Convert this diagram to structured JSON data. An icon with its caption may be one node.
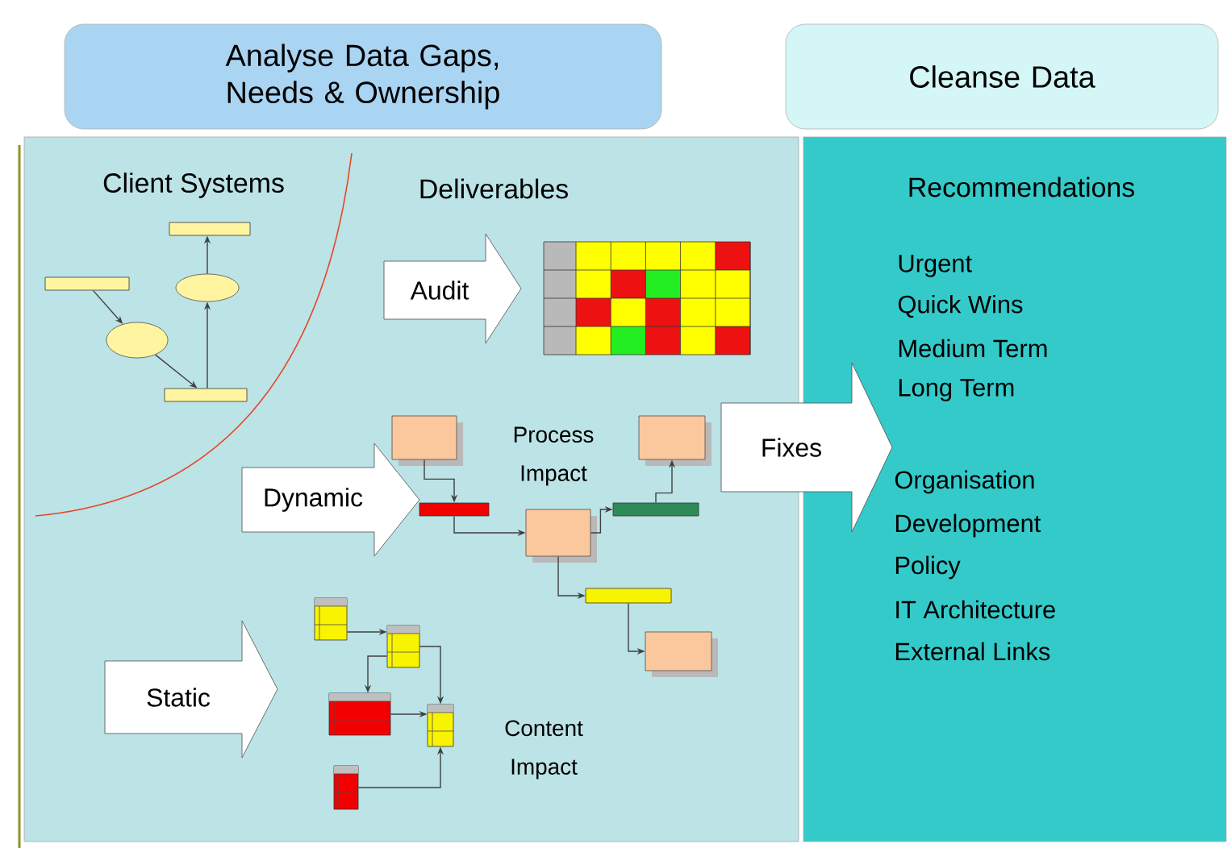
{
  "diagram": {
    "nodes": [
      {
        "text": [
          "Analyse Data Gaps, Needs & Ownership"
        ]
      },
      {
        "text": [
          "Cleanse Data"
        ]
      },
      {
        "text": [
          "Client Systems",
          "Deliverables"
        ]
      },
      {
        "text": [
          "Recommendations",
          "Urgent",
          "Quick Wins",
          "Medium Term",
          "Long Term",
          "Organisation",
          "Development",
          "Policy",
          "IT Architecture",
          "External Links"
        ]
      },
      {
        "text": [],
        "shape": "bar",
        "in": 2
      },
      {
        "text": [],
        "shape": "bar",
        "in": 2
      },
      {
        "text": [],
        "shape": "ellipse",
        "in": 2
      },
      {
        "text": [],
        "shape": "ellipse",
        "in": 2
      },
      {
        "text": [],
        "shape": "bar",
        "in": 2
      },
      {
        "text": [
          "Audit"
        ],
        "in": 2
      },
      {
        "text": [],
        "shape": "box",
        "in": 2
      },
      {
        "text": [],
        "shape": "bar",
        "in": 2
      },
      {
        "text": [],
        "shape": "box",
        "in": 2
      },
      {
        "text": [],
        "shape": "bar",
        "in": 2
      },
      {
        "text": [],
        "shape": "box",
        "in": 2
      },
      {
        "text": [],
        "shape": "bar",
        "in": 2
      },
      {
        "text": [],
        "shape": "box",
        "in": 2
      },
      {
        "text": [
          "Dynamic"
        ],
        "in": 2
      },
      {
        "text": [
          "Fixes"
        ]
      },
      {
        "text": [
          "Static"
        ],
        "in": 2
      },
      {
        "text": [],
        "shape": "table",
        "in": 2
      },
      {
        "text": [],
        "shape": "table",
        "in": 2
      },
      {
        "text": [],
        "shape": "table",
        "in": 2
      },
      {
        "text": [],
        "shape": "table",
        "in": 2
      },
      {
        "text": [],
        "shape": "table",
        "in": 2
      }
    ],
    "edges": [
      {
        "from": 4,
        "to": 6,
        "arrow": "to"
      },
      {
        "from": 6,
        "to": 8,
        "arrow": "to"
      },
      {
        "from": 8,
        "to": 7,
        "arrow": "to"
      },
      {
        "from": 7,
        "to": 5,
        "arrow": "to"
      },
      {
        "from": 10,
        "to": 11,
        "arrow": "to"
      },
      {
        "from": 11,
        "to": 12,
        "arrow": "to"
      },
      {
        "from": 12,
        "to": 13,
        "arrow": "to"
      },
      {
        "from": 13,
        "to": 14,
        "arrow": "to"
      },
      {
        "from": 12,
        "to": 15,
        "arrow": "to"
      },
      {
        "from": 15,
        "to": 16,
        "arrow": "to"
      },
      {
        "from": 20,
        "to": 21,
        "arrow": "to"
      },
      {
        "from": 21,
        "to": 22,
        "arrow": "to"
      },
      {
        "from": 21,
        "to": 23,
        "arrow": "to"
      },
      {
        "from": 22,
        "to": 23,
        "arrow": "to"
      },
      {
        "from": 24,
        "to": 23,
        "arrow": "to"
      }
    ],
    "labels": [
      "Process Impact",
      "Content Impact"
    ]
  }
}
